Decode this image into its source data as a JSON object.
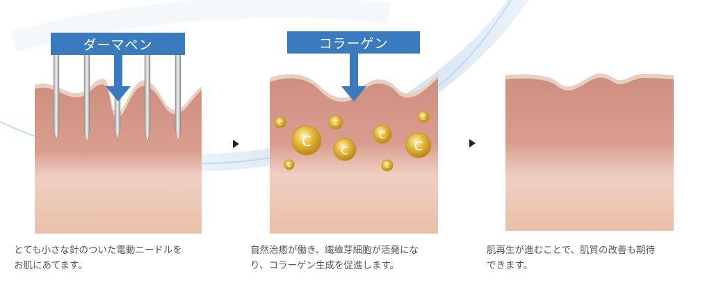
{
  "steps": [
    {
      "label": "ダーマペン",
      "caption": [
        "とても小さな針のついた電動ニードルを",
        "お肌にあてます。"
      ]
    },
    {
      "label": "コラーゲン",
      "caption": [
        "自然治癒が働き、繊維芽細胞が活発にな",
        "り、コラーゲン生成を促進します。"
      ],
      "collagen_letter": "C"
    },
    {
      "caption": [
        "肌再生が進むことで、肌質の改善も期待",
        "できます。"
      ]
    }
  ],
  "colors": {
    "label_bg": "#3a7bbf",
    "arrow": "#3a7bbf",
    "skin_top": "#cf8f80",
    "skin_bottom": "#ecc7b8",
    "skin_rim": "#e7cfc2",
    "collagen_gold": "#d8a82c",
    "step_arrow": "#222222"
  }
}
